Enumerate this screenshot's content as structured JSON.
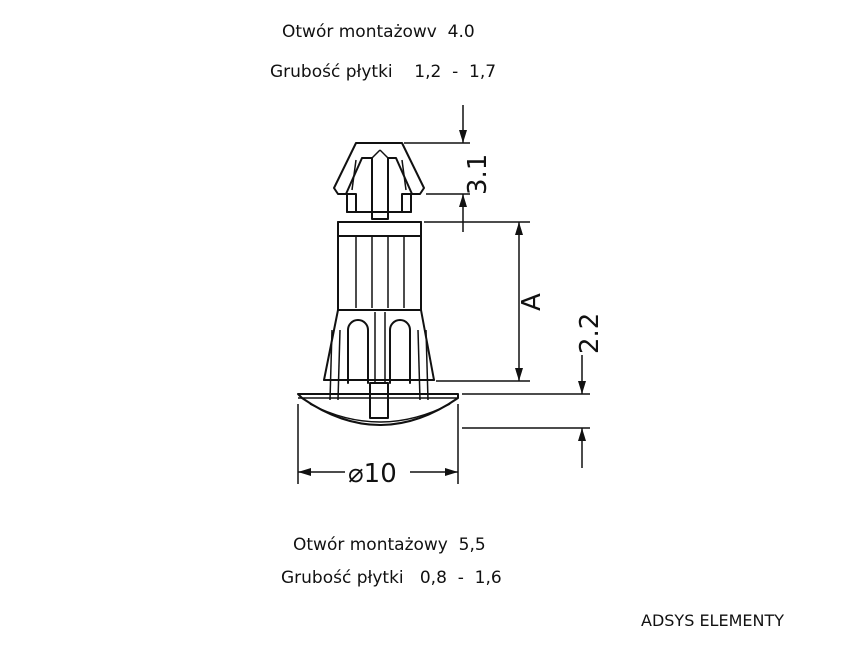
{
  "mounting_hole_1": "Otwór montażowv  4.0",
  "panel_thickness_1": "Grubość płytki    1,2  -  1,7",
  "mounting_hole_2": "Otwór montażowy  5,5",
  "panel_thickness_2": "Grubość płytki   0,8  -  1,6",
  "brand": "ADSYS ELEMENTY",
  "dimensions": {
    "top_length": "3.1",
    "a_label": "A",
    "side_length": "2.2",
    "diameter": "⌀10"
  }
}
